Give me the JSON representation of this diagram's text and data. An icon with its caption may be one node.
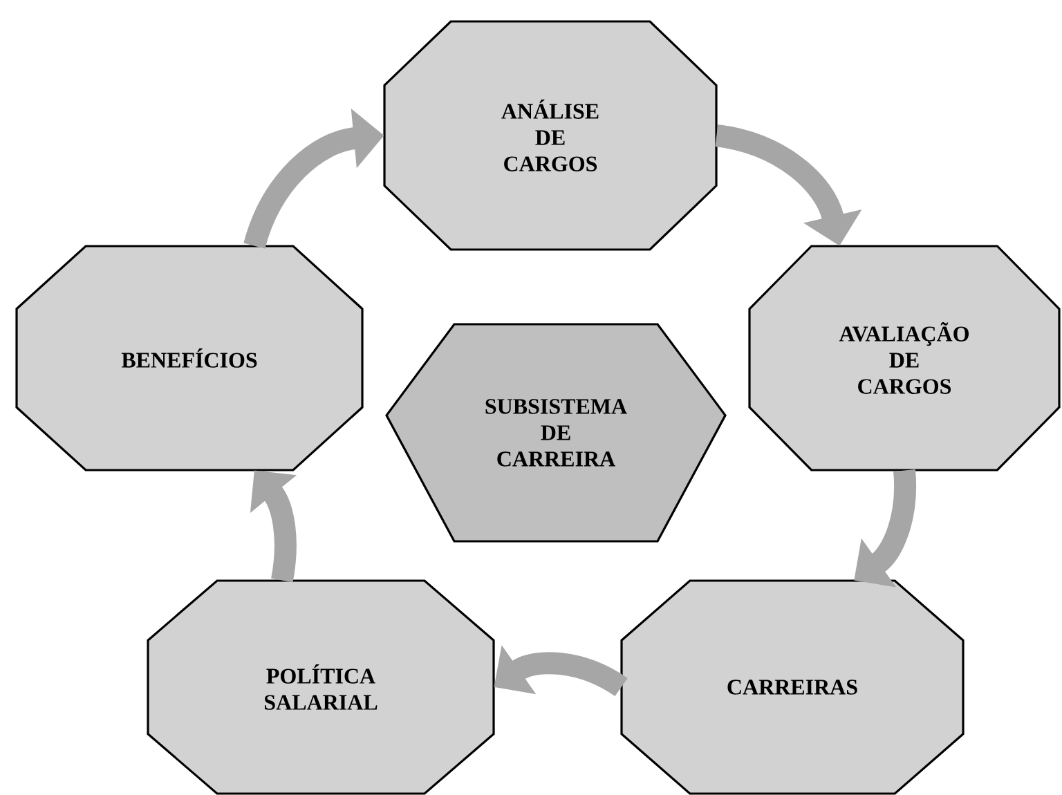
{
  "diagram": {
    "nodes": [
      {
        "text": [
          "ANÁLISE DE CARGOS"
        ]
      },
      {
        "text": [
          "BENEFÍCIOS"
        ]
      },
      {
        "text": [
          "SUBSISTEMA DE CARREIRA"
        ]
      },
      {
        "text": [
          "AVALIAÇÃO DE CARGOS"
        ]
      },
      {
        "text": [
          "POLÍTICA SALARIAL"
        ]
      },
      {
        "text": [
          "CARREIRAS"
        ]
      }
    ],
    "edges": [
      {
        "from": 1,
        "to": 0,
        "arrow": "to"
      },
      {
        "from": 0,
        "to": 3,
        "arrow": "to"
      },
      {
        "from": 3,
        "to": 5,
        "arrow": "to"
      },
      {
        "from": 5,
        "to": 4,
        "arrow": "to"
      },
      {
        "from": 4,
        "to": 1,
        "arrow": "to"
      }
    ]
  }
}
